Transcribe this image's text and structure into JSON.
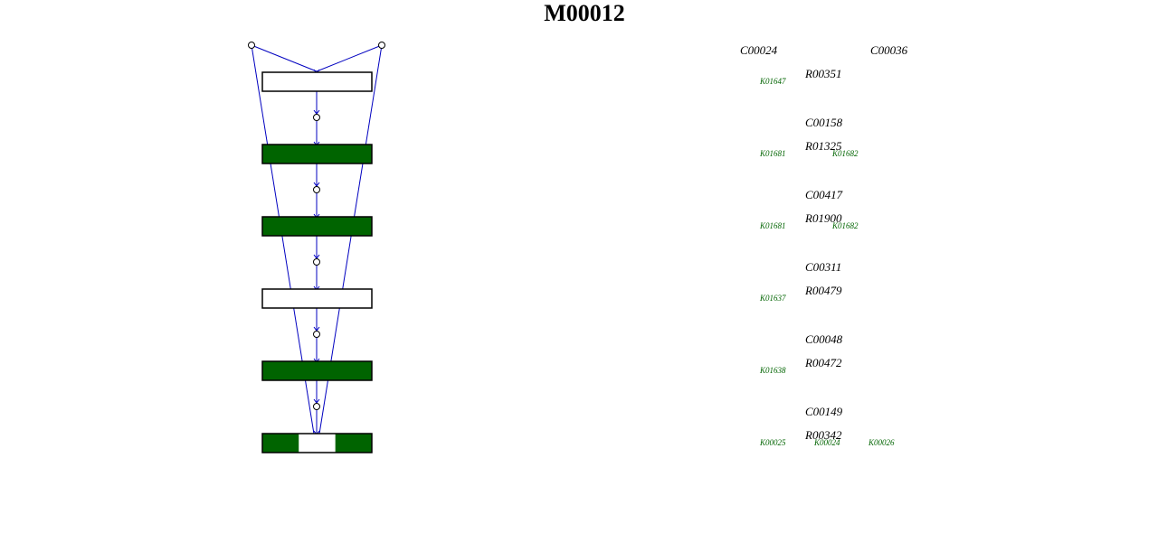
{
  "title": "M00012",
  "colors": {
    "present": "#006400",
    "absent": "#ffffff",
    "border": "#000000",
    "edge": "#0000c0",
    "ko_text": "#006400"
  },
  "start_compounds": [
    "C00024",
    "C00036"
  ],
  "steps": [
    {
      "reaction": "R00351",
      "product": "C00158",
      "segments": [
        "absent"
      ],
      "kos": [
        "K01647"
      ]
    },
    {
      "reaction": "R01325",
      "product": "C00417",
      "segments": [
        "present"
      ],
      "kos": [
        "K01681",
        "K01682"
      ]
    },
    {
      "reaction": "R01900",
      "product": "C00311",
      "segments": [
        "present"
      ],
      "kos": [
        "K01681",
        "K01682"
      ]
    },
    {
      "reaction": "R00479",
      "product": "C00048",
      "segments": [
        "absent"
      ],
      "kos": [
        "K01637"
      ]
    },
    {
      "reaction": "R00472",
      "product": "C00149",
      "segments": [
        "present"
      ],
      "kos": [
        "K01638"
      ]
    },
    {
      "reaction": "R00342",
      "product": "",
      "segments": [
        "present",
        "absent",
        "present"
      ],
      "kos": [
        "K00025",
        "K00024",
        "K00026"
      ]
    }
  ]
}
